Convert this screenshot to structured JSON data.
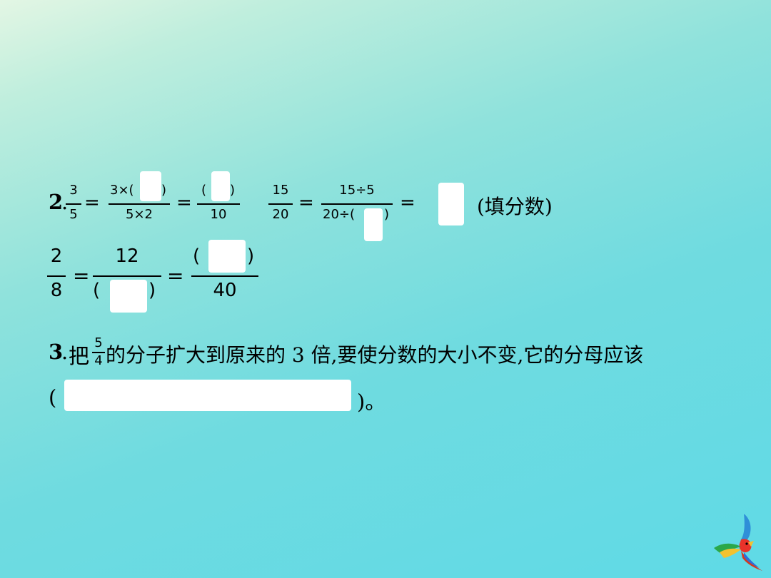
{
  "q2": {
    "number": "2",
    "dot": ".",
    "line1": {
      "f1": {
        "num": "3",
        "den": "5"
      },
      "eq": "=",
      "f2": {
        "num": "3×(",
        "num_close": ")",
        "den": "5×2"
      },
      "f3": {
        "num_open": "(",
        "num_close": ")",
        "den": "10"
      },
      "f4": {
        "num": "15",
        "den": "20"
      },
      "f5": {
        "num": "15÷5",
        "den": "20÷(",
        "den_close": ")"
      },
      "hint": "(填分数)"
    },
    "line2": {
      "f1": {
        "num": "2",
        "den": "8"
      },
      "f2": {
        "num": "12",
        "den_open": "(",
        "den_close": ")"
      },
      "f3": {
        "num_open": "(",
        "num_close": ")",
        "den": "40"
      }
    }
  },
  "q3": {
    "number": "3",
    "dot": ".",
    "prefix": "把",
    "frac": {
      "num": "5",
      "den": "4"
    },
    "text": "的分子扩大到原来的 3 倍,要使分数的大小不变,它的分母应该",
    "open": "(",
    "close": ")。"
  }
}
